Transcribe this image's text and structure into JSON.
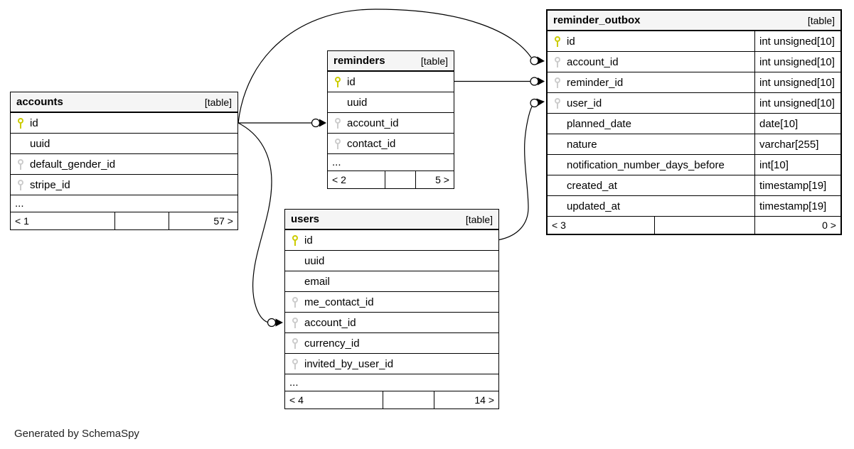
{
  "page": {
    "footer_note": "Generated by SchemaSpy"
  },
  "colors": {
    "primary_key": "#cccc00",
    "foreign_key": "#cccccc",
    "header_bg": "#f5f5f5",
    "line": "#000000"
  },
  "tables": [
    {
      "name": "accounts",
      "tag": "[table]",
      "columns": [
        {
          "name": "id",
          "key": "pk"
        },
        {
          "name": "uuid",
          "key": null
        },
        {
          "name": "default_gender_id",
          "key": "fk"
        },
        {
          "name": "stripe_id",
          "key": "fk"
        },
        {
          "name": "...",
          "key": null
        }
      ],
      "footer": {
        "left": "< 1",
        "right": "57 >"
      }
    },
    {
      "name": "reminders",
      "tag": "[table]",
      "columns": [
        {
          "name": "id",
          "key": "pk"
        },
        {
          "name": "uuid",
          "key": null
        },
        {
          "name": "account_id",
          "key": "fk"
        },
        {
          "name": "contact_id",
          "key": "fk"
        },
        {
          "name": "...",
          "key": null
        }
      ],
      "footer": {
        "left": "< 2",
        "right": "5 >"
      }
    },
    {
      "name": "reminder_outbox",
      "tag": "[table]",
      "columns": [
        {
          "name": "id",
          "key": "pk",
          "type": "int unsigned[10]"
        },
        {
          "name": "account_id",
          "key": "fk",
          "type": "int unsigned[10]"
        },
        {
          "name": "reminder_id",
          "key": "fk",
          "type": "int unsigned[10]"
        },
        {
          "name": "user_id",
          "key": "fk",
          "type": "int unsigned[10]"
        },
        {
          "name": "planned_date",
          "key": null,
          "type": "date[10]"
        },
        {
          "name": "nature",
          "key": null,
          "type": "varchar[255]"
        },
        {
          "name": "notification_number_days_before",
          "key": null,
          "type": "int[10]"
        },
        {
          "name": "created_at",
          "key": null,
          "type": "timestamp[19]"
        },
        {
          "name": "updated_at",
          "key": null,
          "type": "timestamp[19]"
        }
      ],
      "footer": {
        "left": "< 3",
        "right": "0 >"
      }
    },
    {
      "name": "users",
      "tag": "[table]",
      "columns": [
        {
          "name": "id",
          "key": "pk"
        },
        {
          "name": "uuid",
          "key": null
        },
        {
          "name": "email",
          "key": null
        },
        {
          "name": "me_contact_id",
          "key": "fk"
        },
        {
          "name": "account_id",
          "key": "fk"
        },
        {
          "name": "currency_id",
          "key": "fk"
        },
        {
          "name": "invited_by_user_id",
          "key": "fk"
        },
        {
          "name": "...",
          "key": null
        }
      ],
      "footer": {
        "left": "< 4",
        "right": "14 >"
      }
    }
  ],
  "relationships": [
    {
      "from": "accounts.id",
      "to": "reminders.account_id"
    },
    {
      "from": "accounts.id",
      "to": "reminder_outbox.account_id"
    },
    {
      "from": "accounts.id",
      "to": "users.account_id"
    },
    {
      "from": "reminders.id",
      "to": "reminder_outbox.reminder_id"
    },
    {
      "from": "users.id",
      "to": "reminder_outbox.user_id"
    }
  ]
}
